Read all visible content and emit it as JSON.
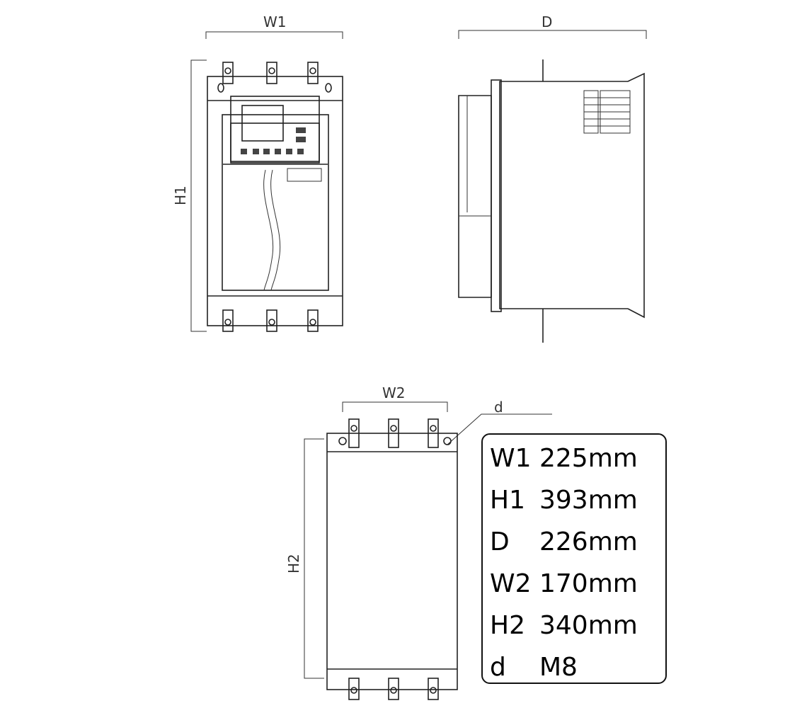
{
  "labels": {
    "W1": "W1",
    "H1": "H1",
    "D": "D",
    "W2": "W2",
    "H2": "H2",
    "d": "d"
  },
  "specs": [
    {
      "key": "W1",
      "value": "225mm"
    },
    {
      "key": "H1",
      "value": "393mm"
    },
    {
      "key": "D",
      "value": "226mm"
    },
    {
      "key": "W2",
      "value": "170mm"
    },
    {
      "key": "H2",
      "value": "340mm"
    },
    {
      "key": "d",
      "value": "M8"
    }
  ]
}
